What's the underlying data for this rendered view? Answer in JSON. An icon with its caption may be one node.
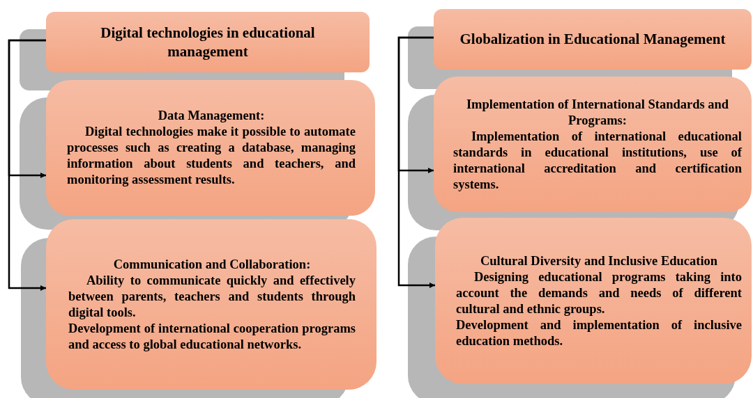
{
  "diagram": {
    "nodes": [
      {
        "text": [
          "Digital technologies in educational management"
        ]
      },
      {
        "text": [
          "Data Management:",
          "Digital technologies make it possible to automate processes such as creating a database, managing information about students and teachers, and monitoring assessment results."
        ]
      },
      {
        "text": [
          "Communication and Collaboration:",
          "Ability to communicate quickly and effectively between parents, teachers and students through digital tools.",
          "Development of international cooperation programs and access to global educational networks."
        ]
      },
      {
        "text": [
          "Globalization in Educational Management"
        ]
      },
      {
        "text": [
          "Implementation of International Standards and Programs:",
          "Implementation of international educational standards in educational institutions, use of international accreditation and certification systems."
        ]
      },
      {
        "text": [
          "Cultural Diversity and Inclusive Education",
          "Designing educational programs taking into account the demands and needs of different cultural and ethnic groups.",
          "Development and implementation of inclusive education methods."
        ]
      }
    ],
    "edges": [
      {
        "from": 0,
        "to": 1,
        "arrow": "to"
      },
      {
        "from": 0,
        "to": 2,
        "arrow": "to"
      },
      {
        "from": 3,
        "to": 4,
        "arrow": "to"
      },
      {
        "from": 3,
        "to": 5,
        "arrow": "to"
      }
    ]
  }
}
